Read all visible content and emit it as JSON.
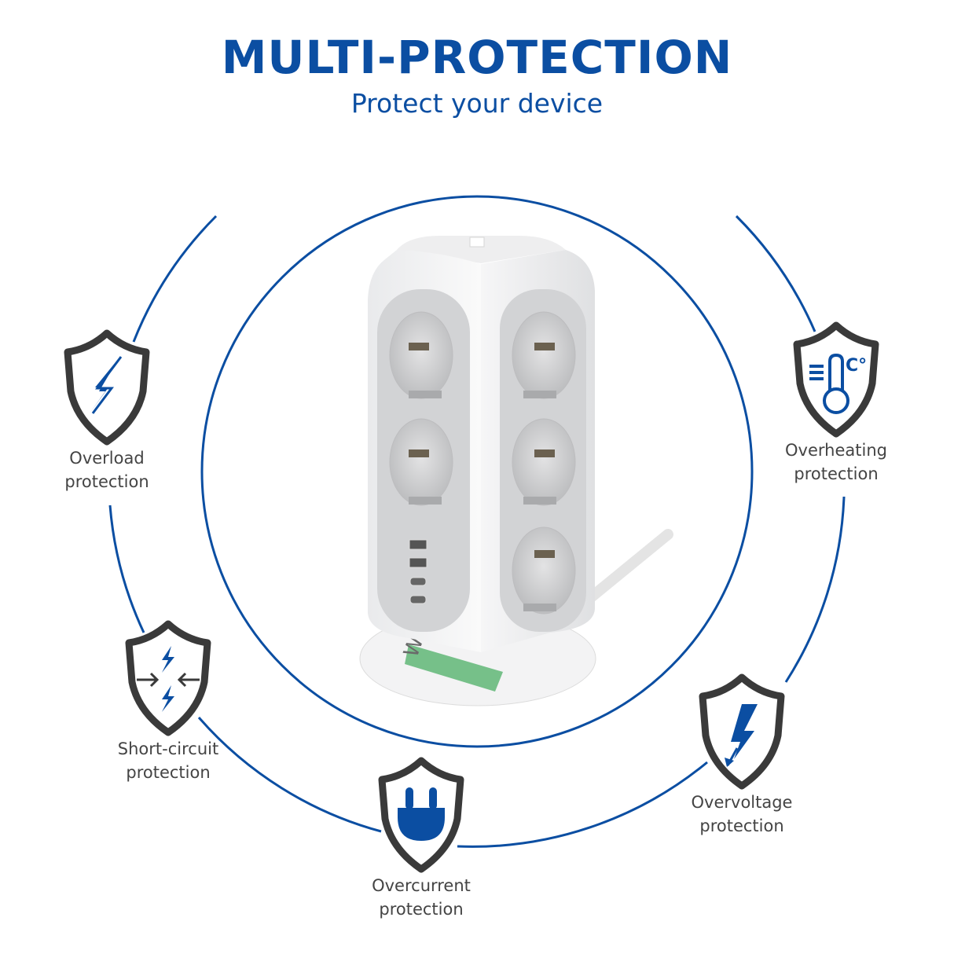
{
  "header": {
    "title": "MULTI-PROTECTION",
    "subtitle": "Protect your device"
  },
  "colors": {
    "accent": "#0b4ea2",
    "shield": "#3a3a3a",
    "label_text": "#444444"
  },
  "product": {
    "name": "tower power strip",
    "brand_mark": "W",
    "sockets_visible": 5,
    "usb_a_ports": 2,
    "usb_c_ports": 2
  },
  "features": [
    {
      "id": "overload",
      "icon": "lightning-bolt-icon",
      "line1": "Overload",
      "line2": "protection"
    },
    {
      "id": "overheating",
      "icon": "thermometer-icon",
      "line1": "Overheating",
      "line2": "protection"
    },
    {
      "id": "short-circuit",
      "icon": "converging-arrows-lightning-icon",
      "line1": "Short-circuit",
      "line2": "protection"
    },
    {
      "id": "overcurrent",
      "icon": "plug-icon",
      "line1": "Overcurrent",
      "line2": "protection"
    },
    {
      "id": "overvoltage",
      "icon": "lightning-arrow-icon",
      "line1": "Overvoltage",
      "line2": "protection"
    }
  ],
  "thermometer_unit": "C°"
}
